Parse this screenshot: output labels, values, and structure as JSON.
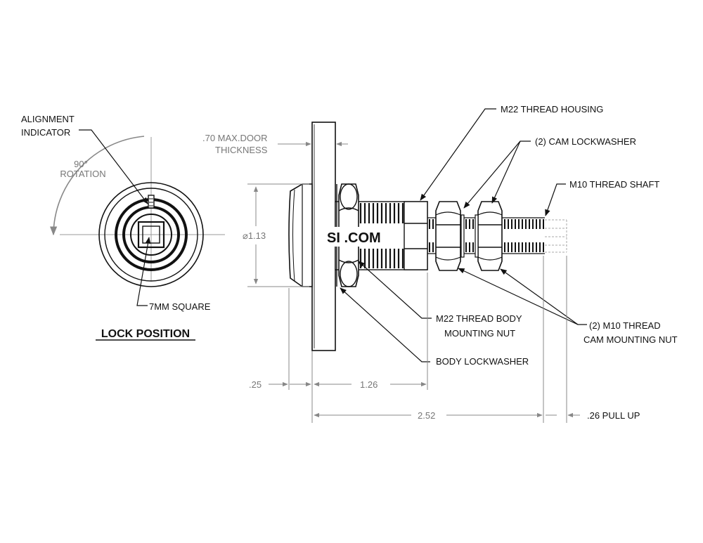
{
  "lock_view": {
    "title": "LOCK POSITION",
    "alignment_indicator": [
      "ALIGNMENT",
      "INDICATOR"
    ],
    "rotation": [
      "90°",
      "ROTATION"
    ],
    "square": "7MM SQUARE"
  },
  "side_view": {
    "stamp_text": "SI  .COM",
    "callouts": {
      "housing": "M22 THREAD HOUSING",
      "cam_lockwasher": "(2) CAM LOCKWASHER",
      "shaft": "M10 THREAD SHAFT",
      "body_nut": [
        "M22 THREAD BODY",
        "MOUNTING NUT"
      ],
      "cam_nut": [
        "(2) M10 THREAD",
        "CAM MOUNTING NUT"
      ],
      "body_lockwasher": "BODY LOCKWASHER"
    },
    "dimensions": {
      "door": [
        ".70 MAX.DOOR",
        "THICKNESS"
      ],
      "diameter": "⌀1.13",
      "d025": ".25",
      "d126": "1.26",
      "d252": "2.52",
      "pullup": ".26 PULL UP"
    }
  },
  "colors": {
    "line": "#111111",
    "dimension": "#888888",
    "fill": "#ffffff"
  }
}
